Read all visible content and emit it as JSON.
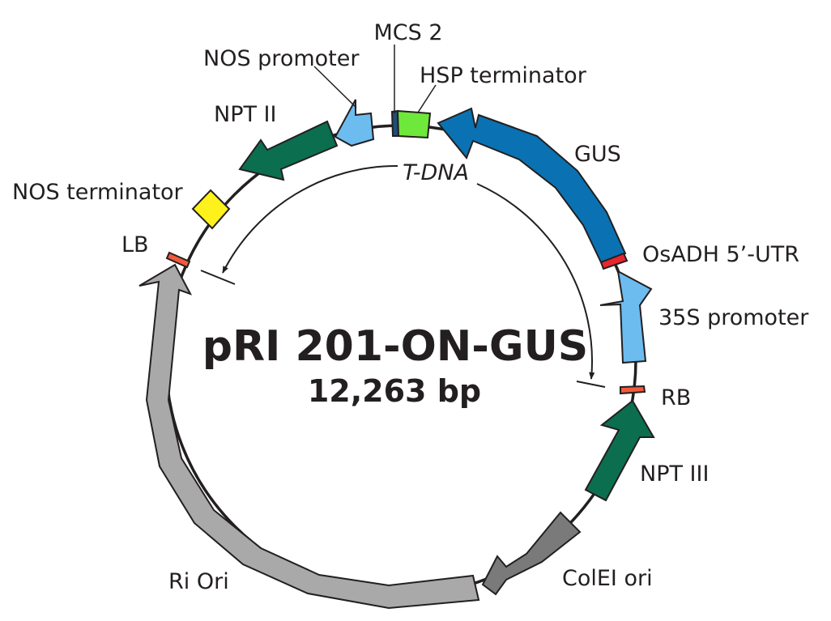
{
  "plasmid": {
    "name": "pRI 201-ON-GUS",
    "size": "12,263 bp"
  },
  "region_label": "T-DNA",
  "features": [
    {
      "id": "mcs2",
      "label": "MCS 2",
      "color": "#1f4e79",
      "shape": "box"
    },
    {
      "id": "hsp-terminator",
      "label": "HSP terminator",
      "color": "#6ee83a",
      "shape": "box"
    },
    {
      "id": "nos-promoter",
      "label": "NOS promoter",
      "color": "#6cbcf0",
      "shape": "arrow",
      "direction": "counterclockwise"
    },
    {
      "id": "npt-ii",
      "label": "NPT II",
      "color": "#0b6e4f",
      "shape": "arrow",
      "direction": "counterclockwise"
    },
    {
      "id": "nos-terminator",
      "label": "NOS terminator",
      "color": "#fff21c",
      "shape": "box"
    },
    {
      "id": "lb",
      "label": "LB",
      "color": "#f15a3b",
      "shape": "border"
    },
    {
      "id": "gus",
      "label": "GUS",
      "color": "#0a72b2",
      "shape": "arrow",
      "direction": "counterclockwise"
    },
    {
      "id": "osadh-utr",
      "label": "OsADH 5’-UTR",
      "color": "#e8262e",
      "shape": "box"
    },
    {
      "id": "35s-promoter",
      "label": "35S promoter",
      "color": "#6cbcf0",
      "shape": "arrow",
      "direction": "counterclockwise"
    },
    {
      "id": "rb",
      "label": "RB",
      "color": "#f15a3b",
      "shape": "border"
    },
    {
      "id": "npt-iii",
      "label": "NPT III",
      "color": "#0b6e4f",
      "shape": "arrow",
      "direction": "counterclockwise"
    },
    {
      "id": "colei-ori",
      "label": "ColEI ori",
      "color": "#7a7a7a",
      "shape": "arrow",
      "direction": "clockwise"
    },
    {
      "id": "ri-ori",
      "label": "Ri Ori",
      "color": "#a9a9a9",
      "shape": "arrow",
      "direction": "clockwise"
    }
  ]
}
